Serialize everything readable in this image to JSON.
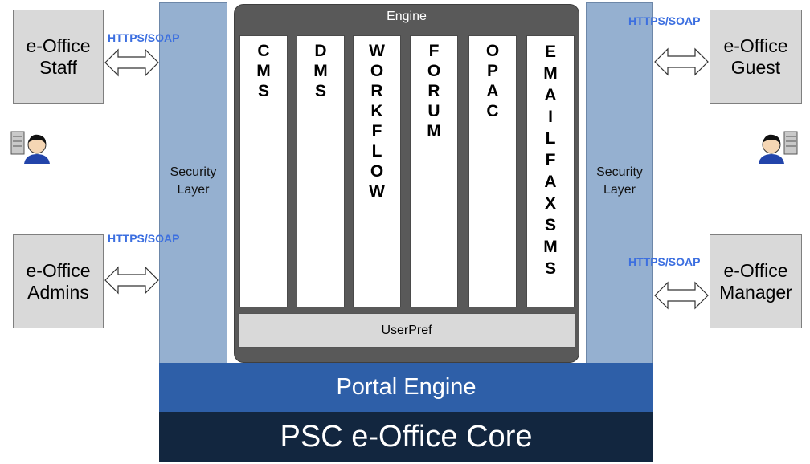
{
  "clients": {
    "staff": "e-Office\nStaff",
    "admins": "e-Office\nAdmins",
    "guest": "e-Office\nGuest",
    "manager": "e-Office\nManager"
  },
  "protocol_label": "HTTPS/SOAP",
  "security_layer_label": "Security\nLayer",
  "engine": {
    "title": "Engine",
    "modules": [
      {
        "letters": [
          "C",
          "M",
          "S"
        ]
      },
      {
        "letters": [
          "D",
          "M",
          "S"
        ]
      },
      {
        "letters": [
          "W",
          "O",
          "R",
          "K",
          "F",
          "L",
          "O",
          "W"
        ]
      },
      {
        "letters": [
          "F",
          "O",
          "R",
          "U",
          "M"
        ]
      },
      {
        "letters": [
          "O",
          "P",
          "A",
          "C"
        ]
      },
      {
        "letters": [
          "E",
          "M",
          "A",
          "I",
          "L",
          "F",
          "A",
          "X",
          "S",
          "M",
          "S"
        ]
      }
    ],
    "userpref": "UserPref"
  },
  "portal_engine": "Portal Engine",
  "core": "PSC e-Office Core",
  "icons": [
    "user-server-icon-left",
    "user-server-icon-right",
    "double-arrow-icon"
  ]
}
